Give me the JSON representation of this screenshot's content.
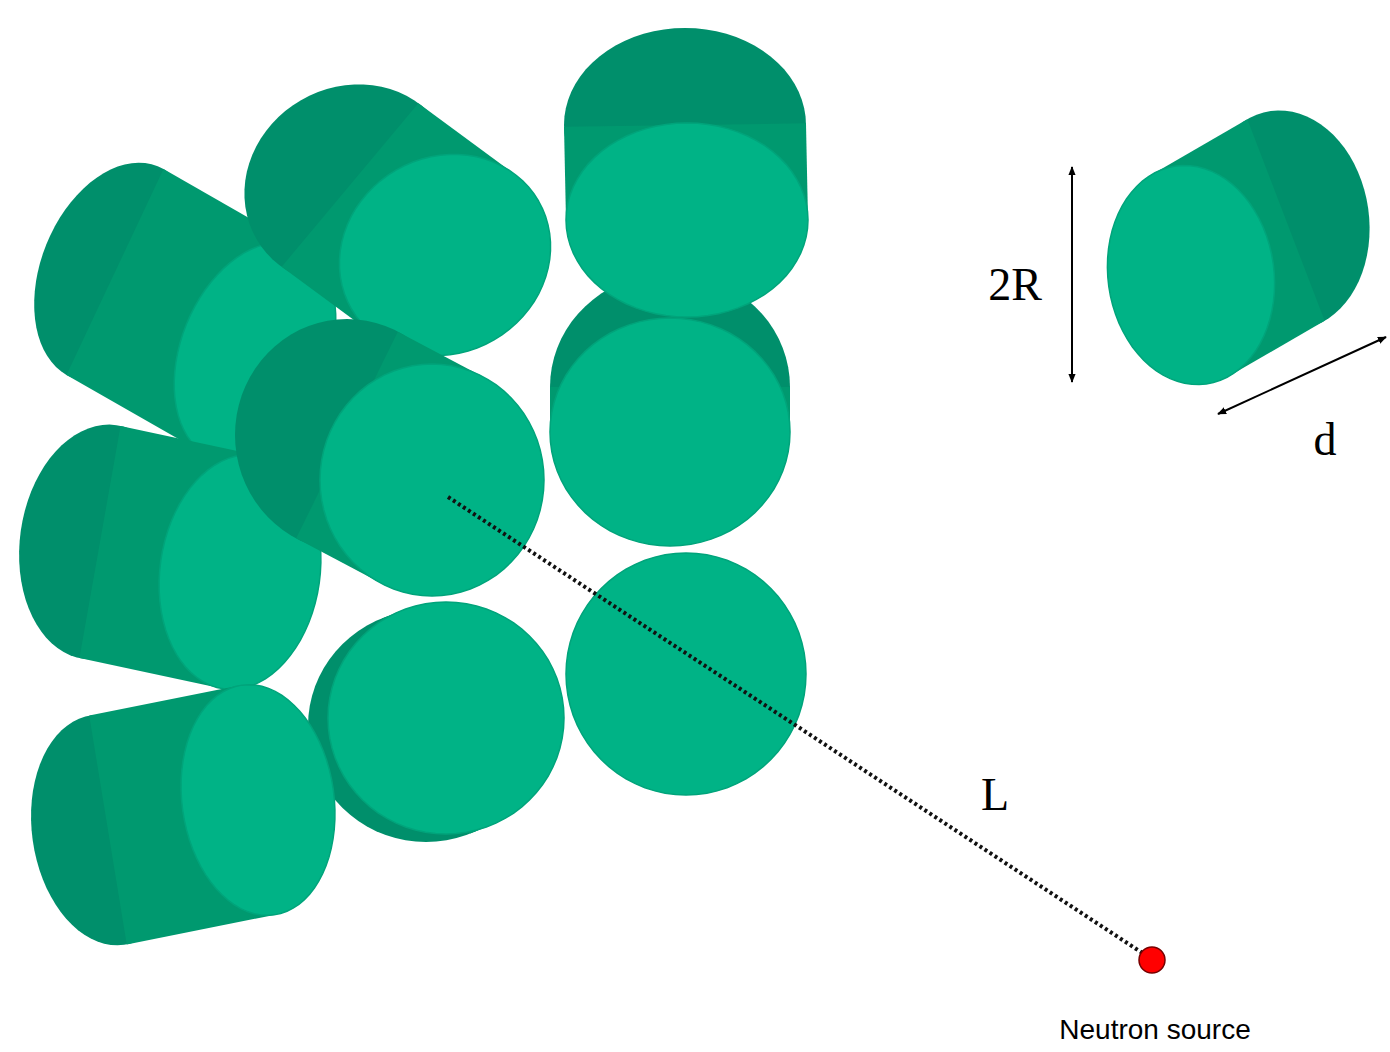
{
  "diagram": {
    "labels": [
      "2R",
      "d",
      "L",
      "Neutron source"
    ]
  }
}
